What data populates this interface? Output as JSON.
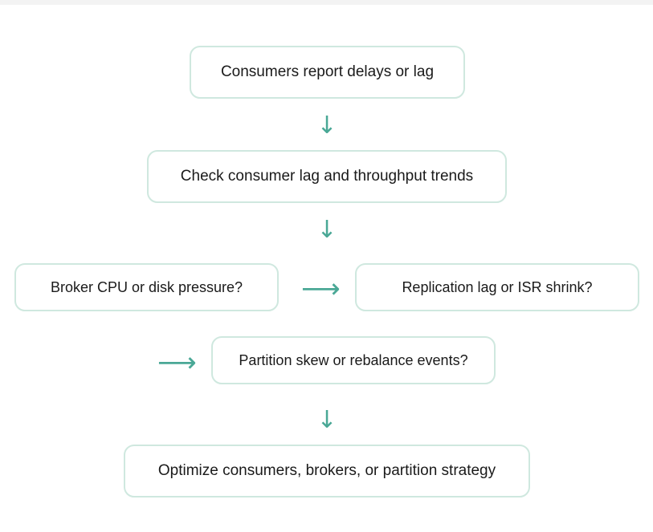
{
  "flow": {
    "step1": "Consumers report delays or lag",
    "step2": "Check consumer lag and throughput trends",
    "check_broker": "Broker CPU or disk pressure?",
    "check_replication": "Replication lag or ISR shrink?",
    "check_partition": "Partition skew or rebalance events?",
    "step_final": "Optimize consumers, brokers, or partition strategy"
  },
  "arrows": {
    "down": "↓",
    "right": "⟶"
  },
  "colors": {
    "node_border": "#cfe8df",
    "arrow": "#4aa896"
  }
}
